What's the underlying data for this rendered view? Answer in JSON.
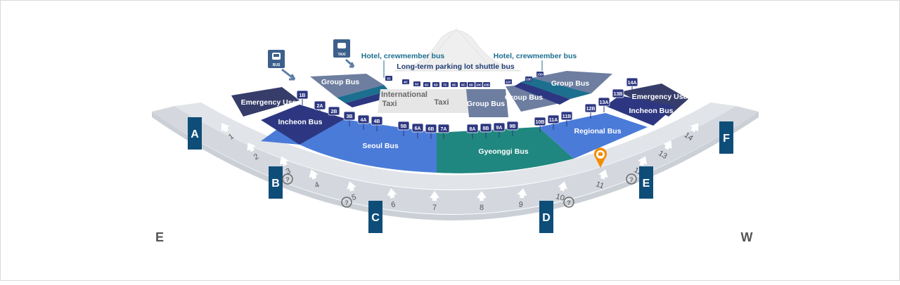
{
  "map": {
    "directions": {
      "east": "E",
      "west": "W"
    },
    "gates": [
      "A",
      "B",
      "C",
      "D",
      "E",
      "F"
    ],
    "doors": [
      "1",
      "2",
      "3",
      "4",
      "5",
      "6",
      "7",
      "8",
      "9",
      "10",
      "11",
      "12",
      "13",
      "14"
    ],
    "zones": {
      "emergency_left": "Emergency Use",
      "incheon_left": "Incheon Bus",
      "seoul": "Seoul Bus",
      "gyeonggi": "Gyeonggi Bus",
      "regional": "Regional Bus",
      "incheon_right": "Incheon Bus",
      "emergency_right": "Emergency Use",
      "group_left": "Group Bus",
      "group_center": "Group Bus",
      "group_center_right": "Group Bus",
      "group_right": "Group Bus",
      "international_taxi": "International Taxi",
      "taxi": "Taxi"
    },
    "upper_labels": {
      "hotel_left": "Hotel, crewmember bus",
      "hotel_right": "Hotel, crewmember bus",
      "long_term": "Long-term parking lot shuttle bus"
    },
    "icons": {
      "bus_caption": "BUS",
      "taxi_caption": "TAXI"
    },
    "stops_front": [
      "1B",
      "2A",
      "2B",
      "3B",
      "4A",
      "4B",
      "5B",
      "6A",
      "6B",
      "7A",
      "8A",
      "8B",
      "9A",
      "9B",
      "10B",
      "11A",
      "11B",
      "12B",
      "13A",
      "13B",
      "14A"
    ],
    "stops_upper": [
      "3C",
      "4C",
      "5C",
      "6C",
      "6D",
      "7C",
      "8C",
      "9C",
      "9D",
      "10C",
      "10D",
      "12C",
      "13C",
      "13D"
    ],
    "colors": {
      "road": "#d4d8de",
      "royal_blue": "#4a7bd8",
      "navy": "#2d3781",
      "dark_navy": "#363d6a",
      "teal": "#1f877f",
      "gate": "#0f4d79",
      "slate": "#6d7ea0",
      "marker": "#f28c00"
    }
  }
}
